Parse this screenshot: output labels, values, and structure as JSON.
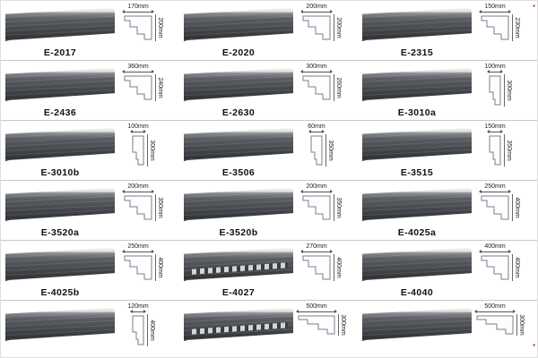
{
  "colors": {
    "mark_red": "#cc2222",
    "divider_gray": "#c8c8c8",
    "molding_dark": "#3a3e41"
  },
  "icons": {
    "corner_mark_top": "▪",
    "corner_mark_bottom": "▪"
  },
  "items": [
    {
      "code": "E-2017",
      "top_dim": "170mm",
      "side_dim": "200mm",
      "profile_shape": "sq",
      "dentil": false
    },
    {
      "code": "E-2020",
      "top_dim": "200mm",
      "side_dim": "200mm",
      "profile_shape": "sq",
      "dentil": false
    },
    {
      "code": "E-2315",
      "top_dim": "150mm",
      "side_dim": "230mm",
      "profile_shape": "sq",
      "dentil": false
    },
    {
      "code": "E-2436",
      "top_dim": "360mm",
      "side_dim": "240mm",
      "profile_shape": "sq",
      "dentil": false
    },
    {
      "code": "E-2630",
      "top_dim": "300mm",
      "side_dim": "260mm",
      "profile_shape": "sq",
      "dentil": false
    },
    {
      "code": "E-3010a",
      "top_dim": "100mm",
      "side_dim": "300mm",
      "profile_shape": "tall",
      "dentil": false
    },
    {
      "code": "E-3010b",
      "top_dim": "100mm",
      "side_dim": "300mm",
      "profile_shape": "tall",
      "dentil": false
    },
    {
      "code": "E-3506",
      "top_dim": "60mm",
      "side_dim": "350mm",
      "profile_shape": "tall",
      "dentil": false
    },
    {
      "code": "E-3515",
      "top_dim": "150mm",
      "side_dim": "350mm",
      "profile_shape": "tall",
      "dentil": false
    },
    {
      "code": "E-3520a",
      "top_dim": "200mm",
      "side_dim": "350mm",
      "profile_shape": "sq",
      "dentil": false
    },
    {
      "code": "E-3520b",
      "top_dim": "200mm",
      "side_dim": "350mm",
      "profile_shape": "sq",
      "dentil": false
    },
    {
      "code": "E-4025a",
      "top_dim": "250mm",
      "side_dim": "400mm",
      "profile_shape": "sq",
      "dentil": false
    },
    {
      "code": "E-4025b",
      "top_dim": "250mm",
      "side_dim": "400mm",
      "profile_shape": "sq",
      "dentil": false
    },
    {
      "code": "E-4027",
      "top_dim": "270mm",
      "side_dim": "400mm",
      "profile_shape": "sq",
      "dentil": true
    },
    {
      "code": "E-4040",
      "top_dim": "400mm",
      "side_dim": "400mm",
      "profile_shape": "sq",
      "dentil": false
    },
    {
      "code": "",
      "top_dim": "120mm",
      "side_dim": "400mm",
      "profile_shape": "tall",
      "dentil": false
    },
    {
      "code": "",
      "top_dim": "500mm",
      "side_dim": "300mm",
      "profile_shape": "wide",
      "dentil": true
    },
    {
      "code": "",
      "top_dim": "500mm",
      "side_dim": "300mm",
      "profile_shape": "wide",
      "dentil": false
    }
  ]
}
